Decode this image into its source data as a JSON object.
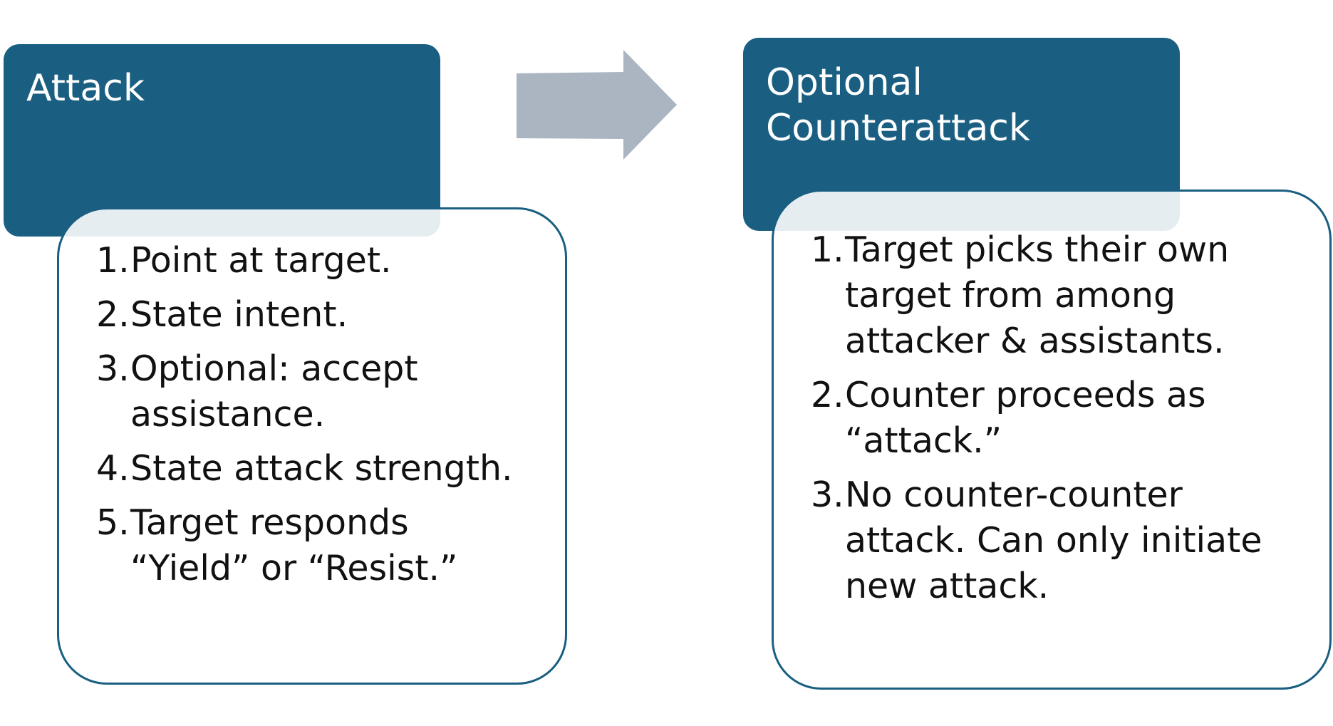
{
  "colors": {
    "header_fill": "#1a5f82",
    "detail_border": "#1a5f82",
    "arrow_fill": "#aab5c1",
    "text": "#111111"
  },
  "attack": {
    "title": "Attack",
    "steps": [
      {
        "num": "1.",
        "text": "Point at target."
      },
      {
        "num": "2.",
        "text": "State intent."
      },
      {
        "num": "3.",
        "text": "Optional: accept assistance."
      },
      {
        "num": "4.",
        "text": "State attack strength."
      },
      {
        "num": "5.",
        "text": "Target responds “Yield” or “Resist.”"
      }
    ]
  },
  "counterattack": {
    "title": "Optional\nCounterattack",
    "steps": [
      {
        "num": "1.",
        "text": "Target picks their own target from among attacker & assistants."
      },
      {
        "num": "2.",
        "text": "Counter proceeds as “attack.”"
      },
      {
        "num": "3.",
        "text": "No counter-counter attack. Can only initiate new attack."
      }
    ]
  }
}
